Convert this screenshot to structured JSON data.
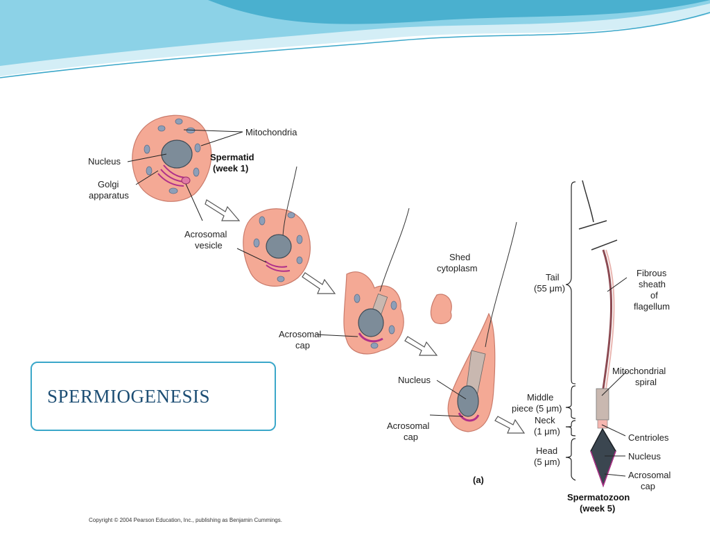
{
  "title": "SPERMIOGENESIS",
  "copyright": "Copyright © 2004 Pearson Education, Inc., publishing as Benjamin Cummings.",
  "colors": {
    "banner_light": "#d4eef6",
    "banner_mid": "#7fcde4",
    "banner_dark": "#3aa7c9",
    "title_text": "#1d4e74",
    "membrane": "#f4a995",
    "nucleus": "#7d8c99"
  },
  "labels": {
    "mitochondria": "Mitochondria",
    "nucleus_1": "Nucleus",
    "spermatid_1": "Spermatid",
    "spermatid_2": "(week 1)",
    "golgi_1": "Golgi",
    "golgi_2": "apparatus",
    "acrosomal_vesicle_1": "Acrosomal",
    "acrosomal_vesicle_2": "vesicle",
    "shed_1": "Shed",
    "shed_2": "cytoplasm",
    "acrosomal_cap_1a": "Acrosomal",
    "acrosomal_cap_1b": "cap",
    "nucleus_2": "Nucleus",
    "acrosomal_cap_2a": "Acrosomal",
    "acrosomal_cap_2b": "cap",
    "tail_1": "Tail",
    "tail_2": "(55 μm)",
    "middle_1": "Middle",
    "middle_2": "piece (5 μm)",
    "neck_1": "Neck",
    "neck_2": "(1 μm)",
    "head_1": "Head",
    "head_2": "(5 μm)",
    "fibrous_1": "Fibrous",
    "fibrous_2": "sheath",
    "fibrous_3": "of",
    "fibrous_4": "flagellum",
    "mito_spiral_1": "Mitochondrial",
    "mito_spiral_2": "spiral",
    "centrioles": "Centrioles",
    "nucleus_3": "Nucleus",
    "acrosomal_cap_3a": "Acrosomal",
    "acrosomal_cap_3b": "cap",
    "panel": "(a)",
    "spermatozoon_1": "Spermatozoon",
    "spermatozoon_2": "(week 5)"
  }
}
